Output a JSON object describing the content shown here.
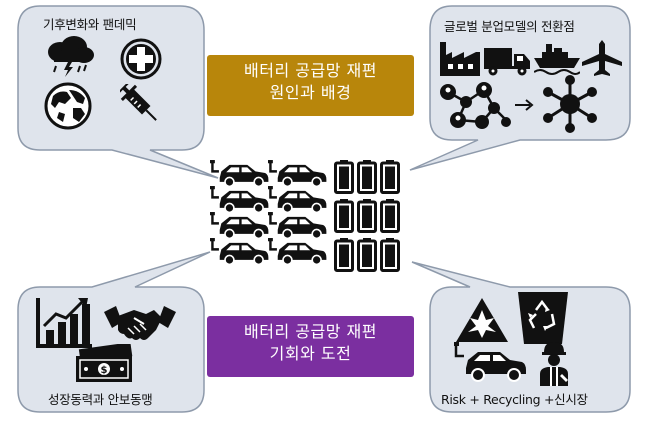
{
  "bubbles": {
    "top_left": {
      "caption": "기후변화와 팬데믹"
    },
    "top_right": {
      "caption": "글로벌 분업모델의 전환점"
    },
    "bottom_left": {
      "caption": "성장동력과 안보동맹"
    },
    "bottom_right": {
      "caption": "Risk + Recycling +신시장"
    }
  },
  "banners": {
    "top": {
      "line1": "배터리 공급망 재편",
      "line2": "원인과 배경",
      "color": "#b8860b"
    },
    "bottom": {
      "line1": "배터리 공급망 재편",
      "line2": "기회와 도전",
      "color": "#7b2fa0"
    }
  },
  "colors": {
    "bubble_fill": "#dfe4ec",
    "bubble_stroke": "#8e9aab",
    "icon": "#111111"
  },
  "icons": [
    "storm-cloud-icon",
    "medical-cross-icon",
    "globe-icon",
    "syringe-icon",
    "factory-icon",
    "truck-icon",
    "ship-icon",
    "airplane-icon",
    "network-icon",
    "arrow-icon",
    "hub-network-icon",
    "electric-car-icon",
    "battery-icon",
    "growth-chart-icon",
    "handshake-icon",
    "money-icon",
    "hazard-warning-icon",
    "recycling-bin-icon",
    "worker-icon"
  ]
}
